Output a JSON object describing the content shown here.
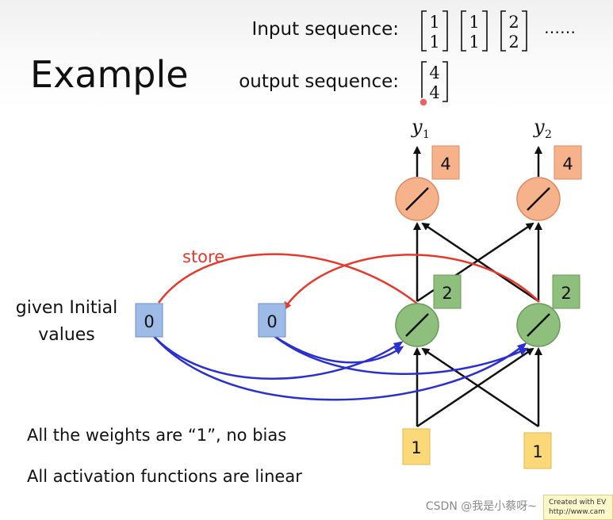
{
  "slide": {
    "title": "Example",
    "input_label": "Input sequence:",
    "output_label": "output sequence:",
    "input_vectors": [
      [
        "1",
        "1"
      ],
      [
        "1",
        "1"
      ],
      [
        "2",
        "2"
      ]
    ],
    "input_ellipsis": "……",
    "output_vectors": [
      [
        "4",
        "4"
      ]
    ],
    "initial_values_label_line1": "given Initial",
    "initial_values_label_line2": "values",
    "memory_values": [
      "0",
      "0"
    ],
    "store_label": "store",
    "hidden_values": [
      "2",
      "2"
    ],
    "output_values": [
      "4",
      "4"
    ],
    "input_values": [
      "1",
      "1"
    ],
    "output_symbols": [
      {
        "base": "y",
        "sub": "1"
      },
      {
        "base": "y",
        "sub": "2"
      }
    ],
    "note_weights": "All the weights are “1”, no bias",
    "note_activation": "All activation functions are linear"
  },
  "footer": {
    "watermark": "CSDN @我是小蔡呀~",
    "badge_line1": "Created with EV",
    "badge_line2": "http://www.cam"
  },
  "colors": {
    "output_node": "#f6b28a",
    "hidden_node": "#8fbf7d",
    "memory_box": "#9dbbe6",
    "input_box": "#fbd978",
    "store_arrow": "#e8382c",
    "memory_arrow": "#2a2fd0",
    "network_arrow": "#111111"
  }
}
